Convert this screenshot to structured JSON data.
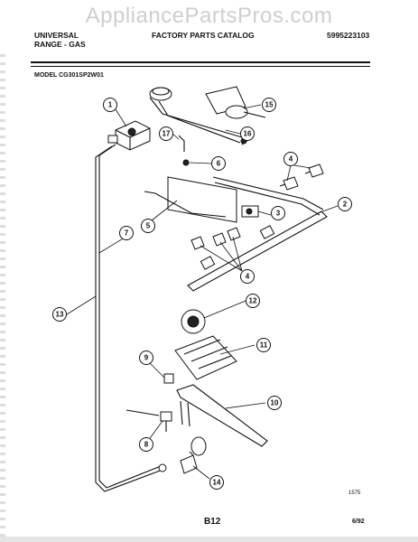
{
  "watermark": "AppliancePartsPros.com",
  "header": {
    "left_line1": "UNIVERSAL",
    "left_line2": "RANGE - GAS",
    "center": "FACTORY PARTS CATALOG",
    "right": "5995223103"
  },
  "model": "MODEL CG301SP2W01",
  "callouts": {
    "c1": "1",
    "c2": "2",
    "c3": "3",
    "c4a": "4",
    "c4b": "4",
    "c5": "5",
    "c6": "6",
    "c7": "7",
    "c8": "8",
    "c9": "9",
    "c10": "10",
    "c11": "11",
    "c12": "12",
    "c13": "13",
    "c14": "14",
    "c15": "15",
    "c16": "16",
    "c17": "17"
  },
  "footer": {
    "code": "1575",
    "page": "B12",
    "date": "6/92"
  }
}
